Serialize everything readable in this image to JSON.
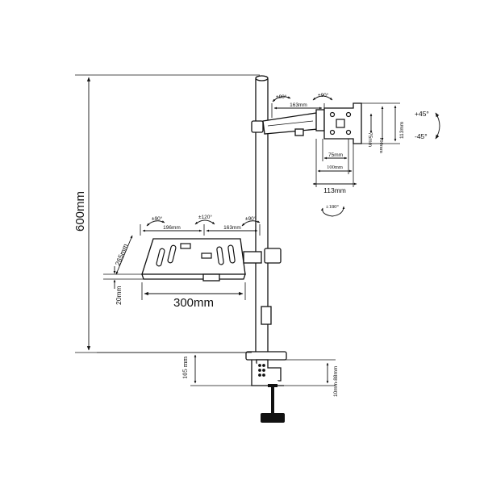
{
  "dimensions": {
    "total_height": "600mm",
    "desk_thickness": "105 mm",
    "clamp_range": "10mm-88mm",
    "tray_depth": "265mm",
    "tray_edge": "20mm",
    "tray_width": "300mm",
    "tray_arm_left": "196mm",
    "tray_arm_right": "163mm",
    "arm_length": "163mm",
    "vesa_75_h": "75mm",
    "vesa_100_h": "100mm",
    "vesa_113_h": "113mm",
    "vesa_75_v": "75mm",
    "vesa_100_v": "100mm",
    "vesa_113_v": "113mm"
  },
  "angles": {
    "tray_swivel_left": "±90°",
    "tray_swivel_mid": "±120°",
    "tray_swivel_right": "±90°",
    "arm_swivel": "±90°",
    "head_swivel": "±90°",
    "tilt_up": "+45°",
    "tilt_down": "-45°",
    "rotate": "±180°"
  }
}
